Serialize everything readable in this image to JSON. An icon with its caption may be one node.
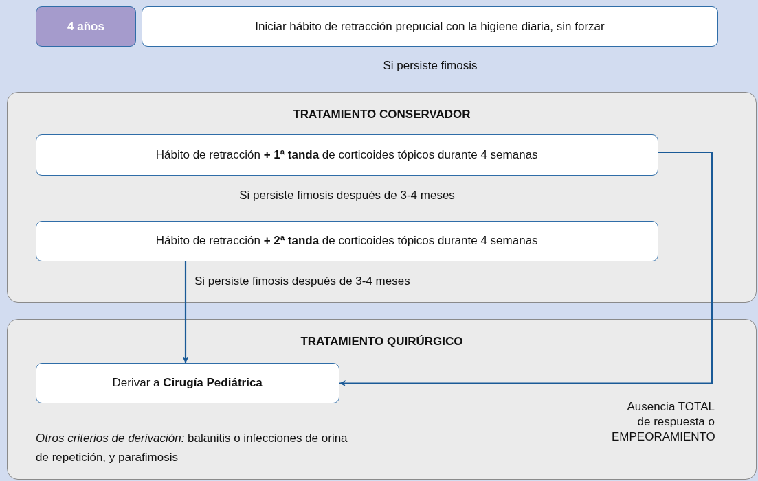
{
  "diagram": {
    "nodes": [
      {
        "text": [
          "4 años"
        ]
      },
      {
        "text": [
          "Iniciar hábito de retracción prepucial con la higiene diaria, sin forzar"
        ]
      },
      {
        "text": [
          "TRATAMIENTO CONSERVADOR"
        ]
      },
      {
        "text": [
          "Hábito de retracción **+ 1ª tanda** de corticoides tópicos durante 4 semanas"
        ],
        "in": 2
      },
      {
        "text": [
          "Hábito de retracción **+ 2ª tanda** de corticoides tópicos durante 4 semanas"
        ],
        "in": 2
      },
      {
        "text": [
          "TRATAMIENTO QUIRÚRGICO"
        ]
      },
      {
        "text": [
          "Derivar a **Cirugía Pediátrica**"
        ],
        "in": 5
      }
    ],
    "edges": [
      {
        "from": 4,
        "to": 6,
        "arrow": "to",
        "label": "Si persiste fimosis después de 3-4 meses"
      },
      {
        "from": 3,
        "to": 6,
        "arrow": "to",
        "label": "Ausencia TOTAL de respuesta o EMPEORAMIENTO"
      }
    ],
    "labels": [
      "Si persiste fimosis",
      "Si persiste fimosis después de 3-4 meses",
      "*Otros criterios de derivación:* balanitis o infecciones de orina de repetición, y parafimosis"
    ]
  }
}
